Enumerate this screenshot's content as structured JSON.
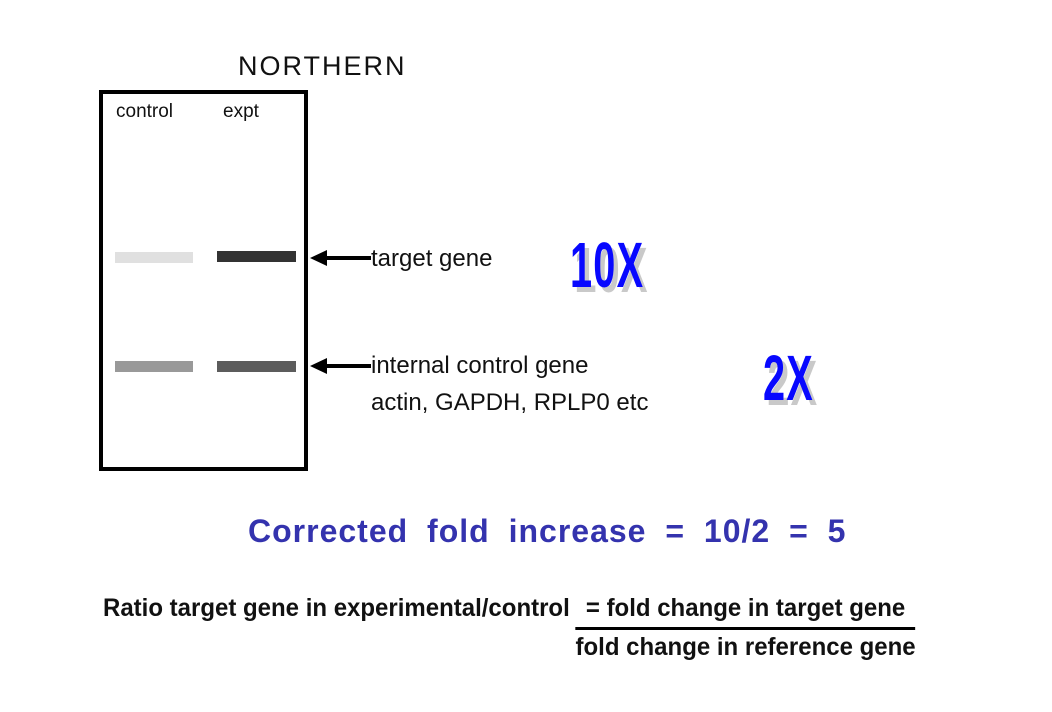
{
  "title": "NORTHERN",
  "gel": {
    "lanes": [
      "control",
      "expt"
    ],
    "bands": [
      {
        "row": "target gene",
        "lane": "control",
        "color": "#e0e0e0"
      },
      {
        "row": "target gene",
        "lane": "expt",
        "color": "#333333"
      },
      {
        "row": "internal control gene",
        "lane": "control",
        "color": "#999999"
      },
      {
        "row": "internal control gene",
        "lane": "expt",
        "color": "#5c5c5c"
      }
    ]
  },
  "annotations": {
    "target_label": "target gene",
    "internal_label_line1": "internal control gene",
    "internal_label_line2": "actin, GAPDH, RPLP0 etc",
    "target_fold": "10X",
    "reference_fold": "2X"
  },
  "conclusion": {
    "text": "Corrected fold increase = 10/2 = 5"
  },
  "ratio": {
    "left": "Ratio target gene in experimental/control",
    "numerator": "= fold change in target gene",
    "denominator": "fold change in reference gene"
  },
  "colors": {
    "fold_text": "#0808ff",
    "fold_shadow": "#c9c9c9",
    "conclusion_text": "#3433ae",
    "band_target_control": "#e0e0e0",
    "band_target_expt": "#333333",
    "band_reference_control": "#999999",
    "band_reference_expt": "#5c5c5c"
  }
}
